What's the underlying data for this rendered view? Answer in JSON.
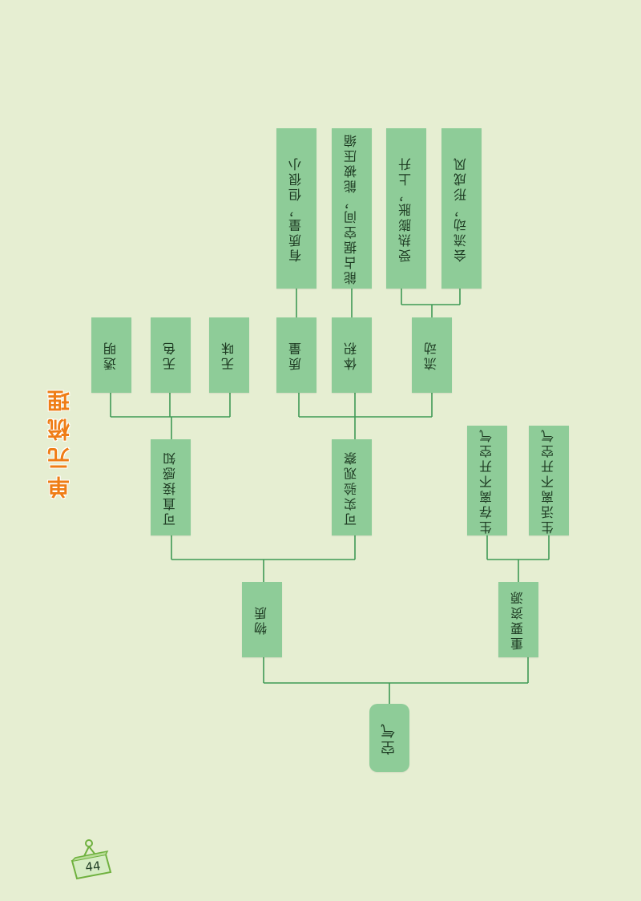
{
  "heading": "单元梳理",
  "page_number": "44",
  "colors": {
    "background": "#e6eed2",
    "box": "#8ecc98",
    "line": "#3f9a55",
    "heading": "#ef7d16"
  },
  "tree": {
    "root": "空气",
    "matter": "物质",
    "resource": "重要资源",
    "direct_perception": "可直接感知",
    "experimental": "可实验观察",
    "transparent": "透明",
    "colorless": "无色",
    "odorless": "无味",
    "mass": "质量",
    "volume": "体积",
    "flow": "流动",
    "mass_detail": "有质量，但很小",
    "volume_detail": "能占据空间，能被压缩",
    "expand_detail": "受热膨胀，上升",
    "wind_detail": "会流动，形成风",
    "survival": "生存离不开空气",
    "life": "生活离不开空气"
  }
}
